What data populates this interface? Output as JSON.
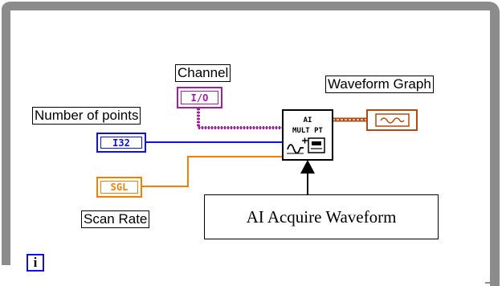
{
  "diagram": {
    "labels": {
      "channel": "Channel",
      "number_of_points": "Number of points",
      "waveform_graph": "Waveform Graph",
      "scan_rate": "Scan Rate"
    },
    "terminals": {
      "channel": "I/O",
      "number_of_points": "I32",
      "scan_rate": "SGL"
    },
    "vi_node": {
      "line1": "AI",
      "line2": "MULT PT"
    },
    "callout": "AI Acquire Waveform",
    "info_icon": "i",
    "colors": {
      "frame": "#8c8c8c",
      "io_wire": "#a020a0",
      "int_wire": "#1010e0",
      "sgl_wire": "#f08000",
      "array_wire": "#b04a10"
    }
  }
}
